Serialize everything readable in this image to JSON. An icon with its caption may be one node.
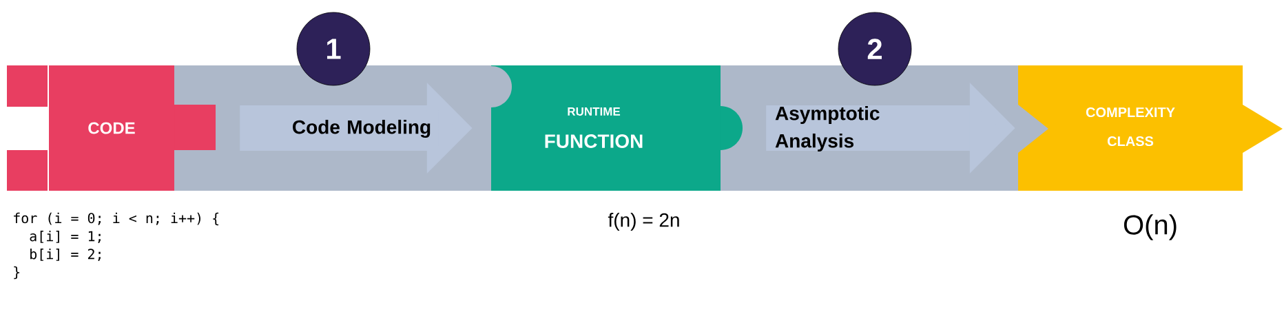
{
  "diagram": {
    "nodes": [
      {
        "text": [
          "CODE"
        ]
      },
      {
        "text": [
          "RUNTIME",
          "FUNCTION"
        ],
        "beside": [
          "f(n) = 2n"
        ]
      },
      {
        "text": [
          "COMPLEXITY CLASS"
        ],
        "beside": [
          "O(n)"
        ]
      },
      {
        "text": [
          "1"
        ]
      },
      {
        "text": [
          "2"
        ]
      }
    ],
    "edges": [
      {
        "from": 0,
        "to": 1,
        "arrow": "to",
        "label": "Code Modeling"
      },
      {
        "from": 1,
        "to": 2,
        "arrow": "to",
        "label": "Asymptotic Analysis"
      }
    ],
    "labels": [
      "for (i = 0; i < n; i++) {",
      "a[i] = 1;",
      "b[i] = 2;",
      "}"
    ]
  }
}
